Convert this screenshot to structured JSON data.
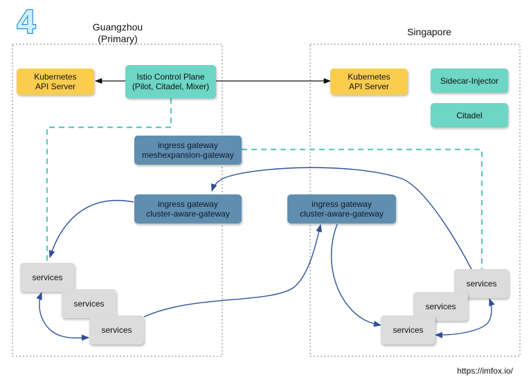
{
  "step_number": "4",
  "regions": {
    "guangzhou": {
      "title_line1": "Guangzhou",
      "title_line2": "(Primary)"
    },
    "singapore": {
      "title": "Singapore"
    }
  },
  "nodes": {
    "k8s_api_gz": {
      "line1": "Kubernetes",
      "line2": "API Server"
    },
    "istio_control_plane": {
      "line1": "Istio Control Plane",
      "line2": "(Pilot, Citadel, Mixer)"
    },
    "k8s_api_sg": {
      "line1": "Kubernetes",
      "line2": "API Server"
    },
    "sidecar_injector": {
      "line1": "Sidecar-Injector"
    },
    "citadel_sg": {
      "line1": "Citadel"
    },
    "ingress_mesh": {
      "line1": "ingress gateway",
      "line2": "meshexpansion-gateway"
    },
    "ingress_cluster_gz": {
      "line1": "ingress gateway",
      "line2": "cluster-aware-gateway"
    },
    "ingress_cluster_sg": {
      "line1": "ingress gateway",
      "line2": "cluster-aware-gateway"
    },
    "services_gz_1": {
      "label": "services"
    },
    "services_gz_2": {
      "label": "services"
    },
    "services_gz_3": {
      "label": "services"
    },
    "services_sg_1": {
      "label": "services"
    },
    "services_sg_2": {
      "label": "services"
    },
    "services_sg_3": {
      "label": "services"
    }
  },
  "colors": {
    "kubernetes": "#fbcd4e",
    "istio": "#6dd6c5",
    "gateway": "#5f8eb1",
    "services": "#dcdcdc",
    "mesh_link": "#5ccab8",
    "traffic_arrow": "#2e4f9a",
    "step_number": "#1f8fd6"
  },
  "footer": {
    "url": "https://imfox.io/"
  }
}
